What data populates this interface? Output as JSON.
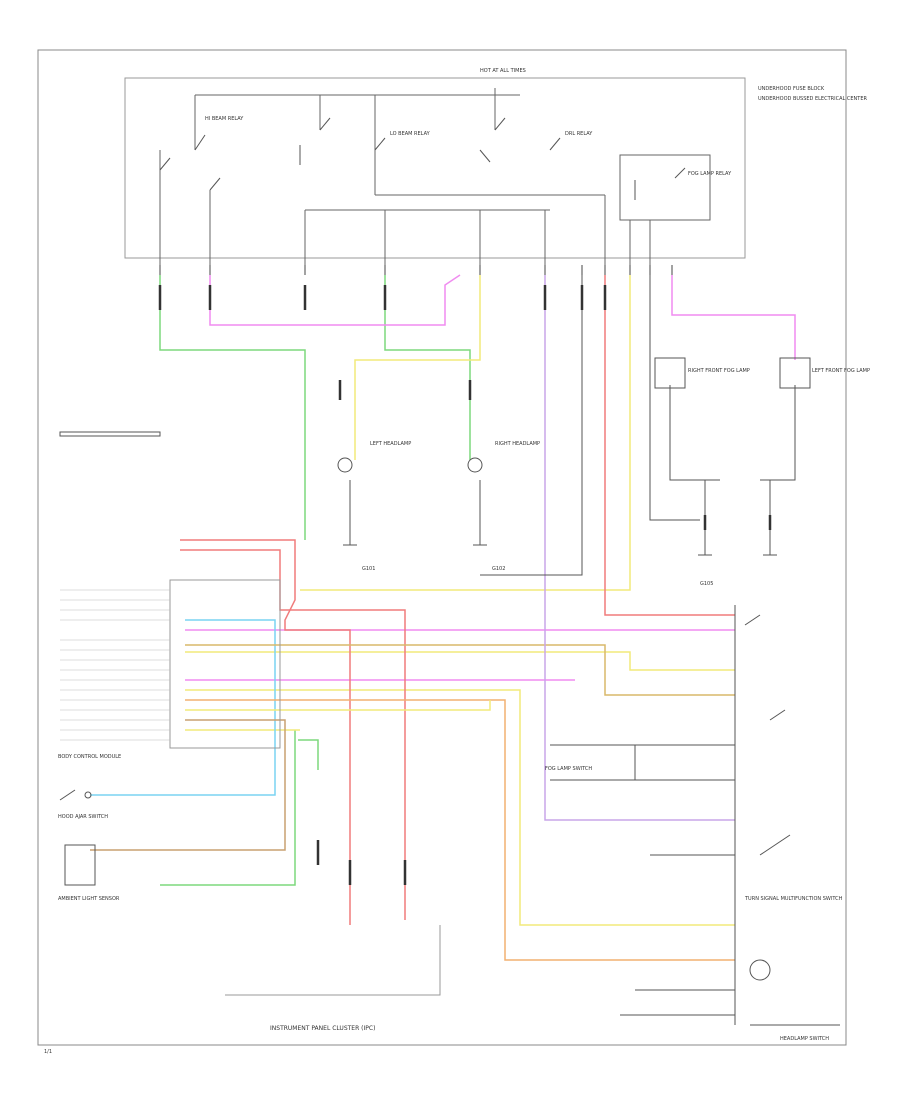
{
  "labels": {
    "underhood_fuse": "UNDERHOOD FUSE BLOCK",
    "underhood_fuse_desc": "UNDERHOOD BUSSED ELECTRICAL CENTER",
    "hi_beam_relay": "HI BEAM RELAY",
    "lo_beam_relay": "LO BEAM RELAY",
    "fog_lamp_relay": "FOG LAMP RELAY",
    "drl_relay": "DRL RELAY",
    "left_headlamp": "LEFT HEADLAMP",
    "right_headlamp": "RIGHT HEADLAMP",
    "right_front_fog": "RIGHT FRONT FOG LAMP",
    "left_front_fog": "LEFT FRONT FOG LAMP",
    "bcm": "BODY CONTROL MODULE",
    "hood_ajar": "HOOD AJAR SWITCH",
    "ambient_sensor": "AMBIENT LIGHT SENSOR",
    "ipc": "INSTRUMENT PANEL CLUSTER (IPC)",
    "headlamp_switch": "HEADLAMP SWITCH",
    "turn_signal_switch": "TURN SIGNAL MULTIFUNCTION SWITCH",
    "fog_switch": "FOG LAMP SWITCH",
    "ground_g101": "G101",
    "ground_g102": "G102",
    "ground_g105": "G105",
    "page_ref": "1/1",
    "fuse_hot": "HOT AT ALL TIMES"
  },
  "wire_colors": {
    "green": "#7dd87d",
    "pink": "#f08cf0",
    "yellow": "#f2ea7a",
    "red": "#f07c7c",
    "blue": "#7ad4f2",
    "tan": "#d9b86a",
    "orange": "#f2b070",
    "brown": "#c9a070",
    "violet": "#c8a6e8",
    "black": "#333333"
  }
}
